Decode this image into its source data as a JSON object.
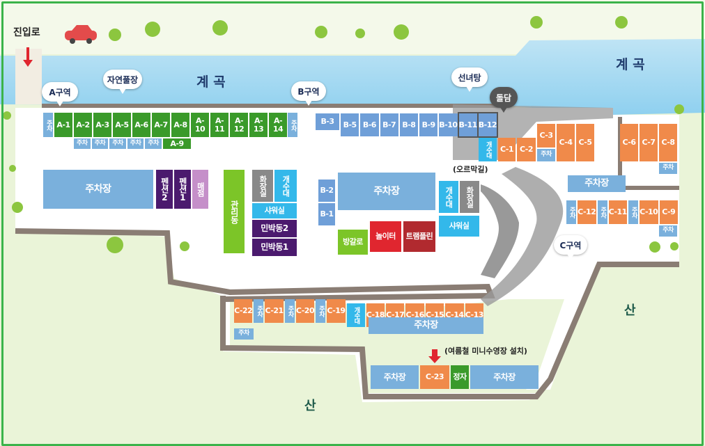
{
  "entrance": {
    "label": "진입로"
  },
  "valley_labels": [
    "계 곡",
    "계 곡"
  ],
  "mountain_labels": [
    "산",
    "산"
  ],
  "bubbles": {
    "zone_a": "A구역",
    "zone_b": "B구역",
    "zone_c": "C구역",
    "nature_pool": "자연풀장",
    "fairy_bath": "선녀탕",
    "stone_wall": "돌담"
  },
  "annotations": {
    "uphill_path": "(오르막길)",
    "summer_pool": "(여름철 미니수영장 설치)"
  },
  "a_row": {
    "sites": [
      "A-1",
      "A-2",
      "A-3",
      "A-5",
      "A-6",
      "A-7",
      "A-8",
      "A-10",
      "A-11",
      "A-12",
      "A-13",
      "A-14"
    ],
    "parking_left": "주차",
    "parking_right": "주차",
    "lower_parking": [
      "주차",
      "주차",
      "주차",
      "주차",
      "주차"
    ],
    "a9": "A-9"
  },
  "b_row": {
    "b3": "B-3",
    "sites": [
      "B-5",
      "B-6",
      "B-7",
      "B-8",
      "B-9",
      "B-10",
      "B-11",
      "B-12"
    ],
    "b2": "B-2",
    "b1": "B-1"
  },
  "c_upper": {
    "water_tap": "개수대",
    "c1": "C-1",
    "c2": "C-2",
    "c3": "C-3",
    "c3_parking": "주차",
    "c4": "C-4",
    "c5": "C-5",
    "c6": "C-6",
    "c7": "C-7",
    "c8": "C-8",
    "c8_parking": "주차",
    "parking_lot": "주차장",
    "mid_row": [
      "주차",
      "C-12",
      "주차",
      "C-11",
      "주차",
      "C-10",
      "C-9"
    ],
    "c9_parking": "주차"
  },
  "facilities": {
    "main_parking": "주차장",
    "pension2": "펜션2",
    "pension1": "펜션1",
    "shop": "매점",
    "office": "관리동",
    "toilet": "화장실",
    "sink": "개수대",
    "shower": "샤워실",
    "minbak2": "민박동2",
    "minbak1": "민박동1",
    "b_parking": "주차장",
    "bungalow": "방갈로",
    "playground": "놀이터",
    "trampoline": "트램플린",
    "b_sink": "개수대",
    "b_toilet": "화장실",
    "b_shower": "샤워실"
  },
  "c_lower": {
    "row": [
      "C-22",
      "주차",
      "C-21",
      "주차",
      "C-20",
      "주차",
      "C-19",
      "개수대",
      "C-18",
      "C-17",
      "C-16",
      "C-15",
      "C-14",
      "C-13"
    ],
    "c22_parking": "주차",
    "parking_lot": "주차장"
  },
  "bottom_row": {
    "parking_left": "주차장",
    "c23": "C-23",
    "jeongja": "정자",
    "parking_right": "주차장"
  },
  "colors": {
    "a_zone": "#3a9a2a",
    "b_zone": "#6f9fd8",
    "c_zone": "#f08a4a",
    "parking": "#7ab0dc",
    "border": "#3bb34a",
    "road": "#8a7d74"
  }
}
